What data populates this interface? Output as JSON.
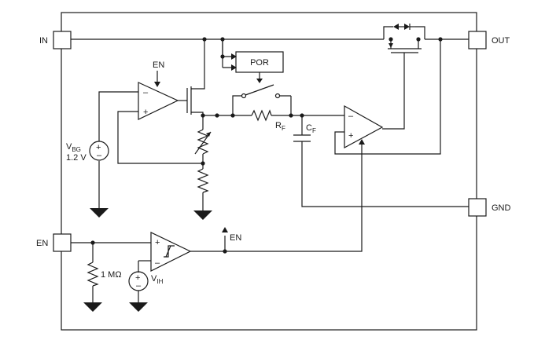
{
  "pins": {
    "in": "IN",
    "out": "OUT",
    "gnd": "GND",
    "en": "EN"
  },
  "labels": {
    "en_top": "EN",
    "en_mid": "EN",
    "por": "POR",
    "rf_main": "R",
    "rf_sub": "F",
    "cf_main": "C",
    "cf_sub": "F",
    "vbg_main": "V",
    "vbg_sub": "BG",
    "vbg_value": "1.2 V",
    "resistor_1m": "1 MΩ",
    "vih_main": "V",
    "vih_sub": "IH",
    "plus": "+",
    "minus": "–"
  }
}
